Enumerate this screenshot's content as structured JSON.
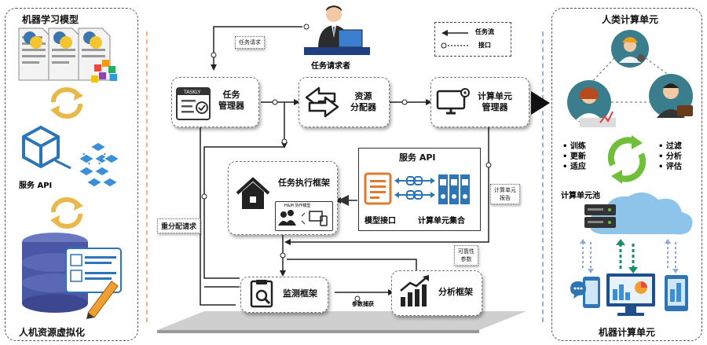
{
  "left_panel": {
    "title": "机器学习模型",
    "service_label": "服务 API",
    "bottom_label": "人机资源虚拟化"
  },
  "top": {
    "requester_label": "任务请求者",
    "request_tag": "任务请求"
  },
  "legend": {
    "task_flow": "任务流",
    "interface": "接口"
  },
  "nodes": {
    "task_manager": "任务\n管理器",
    "resource_allocator": "资源\n分配器",
    "cu_manager": "计算单元\n管理器",
    "task_exec": "任务执行框架",
    "hm_label": "H&M 协作模型",
    "service_api": "服务 API",
    "model_interface": "模型接口",
    "cu_set": "计算单元集合",
    "monitor": "监测框架",
    "analysis": "分析框架"
  },
  "tags": {
    "cu_report": "计算单元\n报告",
    "realloc": "重分配请求",
    "reliability": "可靠性\n参数",
    "param_capture": "参数捕获"
  },
  "right_panel": {
    "title": "人类计算单元",
    "left_list": [
      "训练",
      "更新",
      "适应"
    ],
    "right_list": [
      "过滤",
      "分析",
      "评估"
    ],
    "pool_label": "计算单元池",
    "bottom_label": "机器计算单元"
  },
  "colors": {
    "accent_blue": "#2E75B6",
    "orange": "#E07A2F",
    "green": "#2E9E5B",
    "gold": "#E8B84A"
  }
}
